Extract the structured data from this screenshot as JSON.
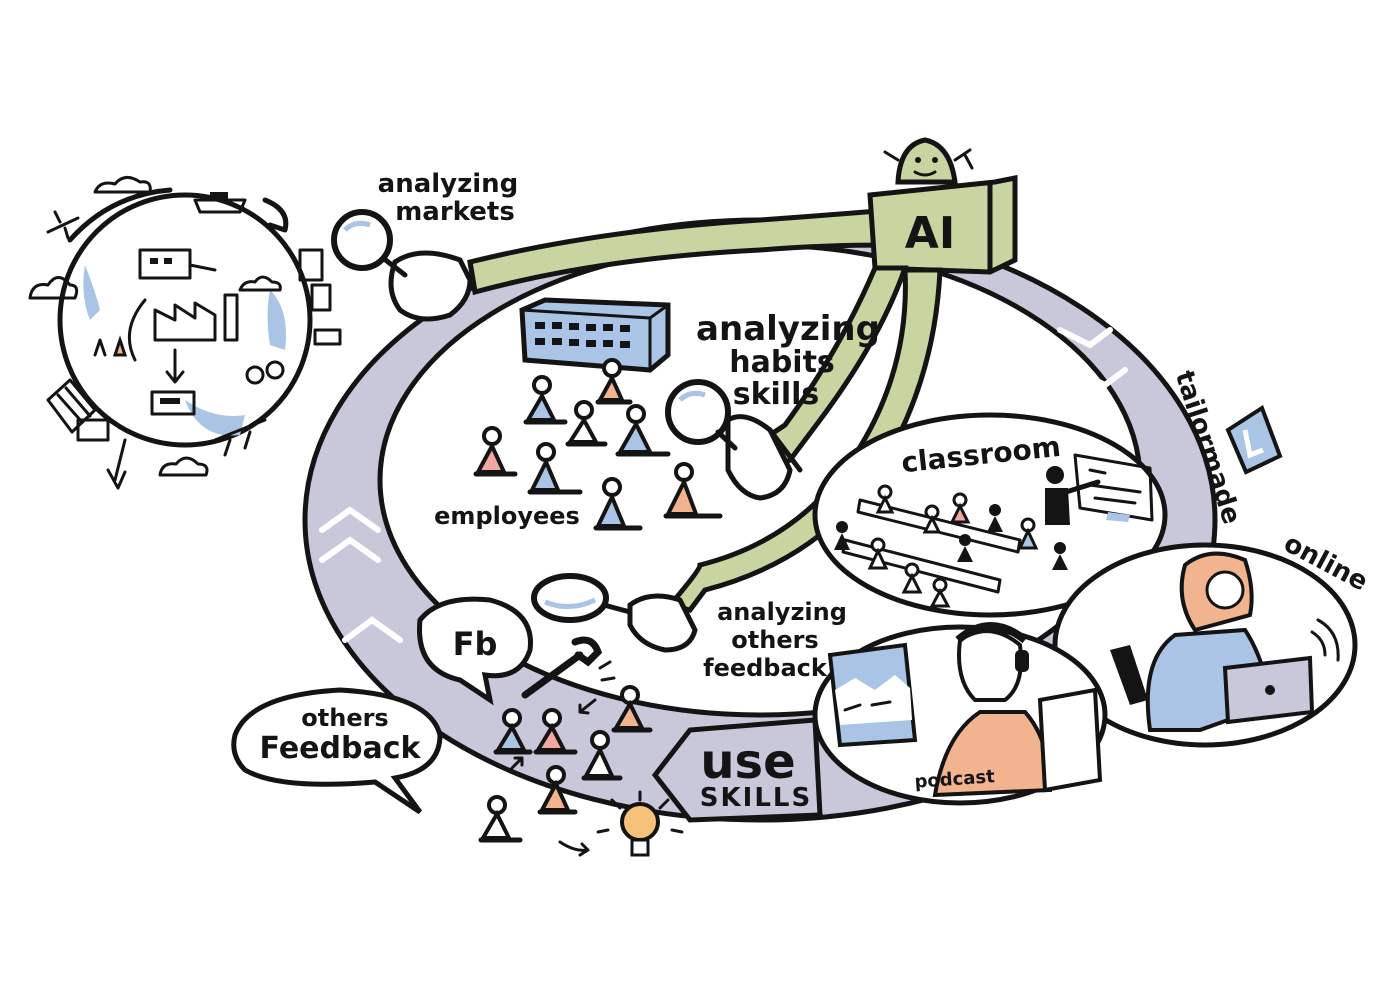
{
  "labels": {
    "analyzing_markets_1": "analyzing",
    "analyzing_markets_2": "markets",
    "ai_box": "AI",
    "analyzing_habits_1": "analyzing",
    "analyzing_habits_2": "habits",
    "analyzing_habits_3": "skills",
    "employees": "employees",
    "classroom": "classroom",
    "tailormade": "tailormade",
    "online": "online",
    "analyzing_feedback_1": "analyzing",
    "analyzing_feedback_2": "others",
    "analyzing_feedback_3": "feedback",
    "fb_bubble": "Fb",
    "others_feedback_1": "others",
    "others_feedback_2": "Feedback",
    "use": "use",
    "skills": "SKILLS",
    "podcast": "podcast"
  },
  "colors": {
    "ink": "#141414",
    "ring": "#c9c7da",
    "arm": "#c8d5a0",
    "accent_blue": "#a9c4e4",
    "accent_peach": "#f2b38f",
    "accent_pink": "#f0a8a0",
    "bulb": "#f4c27a",
    "paper": "#ffffff"
  }
}
